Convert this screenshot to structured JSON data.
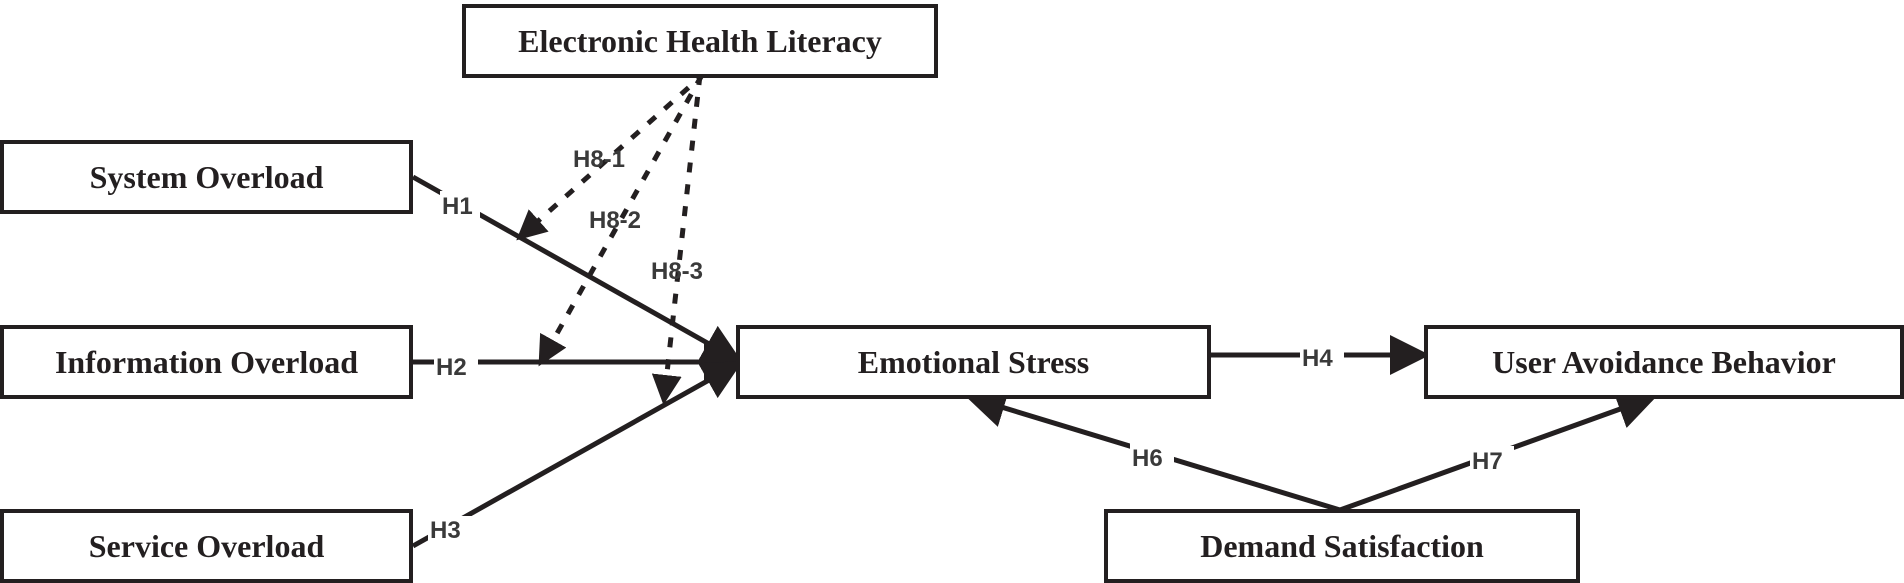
{
  "nodes": {
    "ehl": "Electronic Health Literacy",
    "system": "System Overload",
    "information": "Information Overload",
    "service": "Service Overload",
    "emotional": "Emotional Stress",
    "avoidance": "User Avoidance Behavior",
    "demand": "Demand Satisfaction"
  },
  "edges": {
    "h1": "H1",
    "h2": "H2",
    "h3": "H3",
    "h4": "H4",
    "h6": "H6",
    "h7": "H7",
    "h8_1": "H8-1",
    "h8_2": "H8-2",
    "h8_3": "H8-3"
  },
  "colors": {
    "ink": "#231f20",
    "label": "#3a3a3a",
    "background": "#ffffff"
  }
}
